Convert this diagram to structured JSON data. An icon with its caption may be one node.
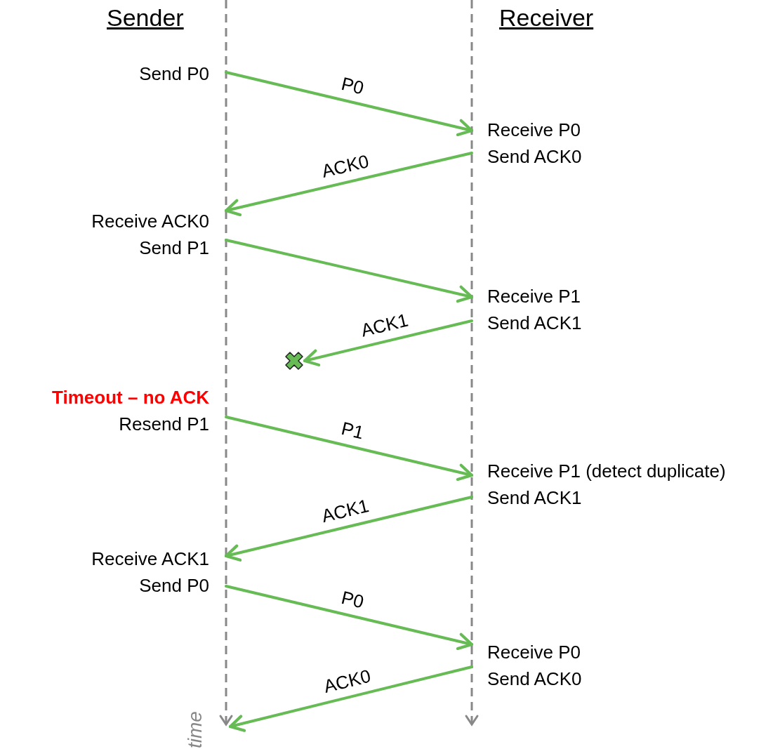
{
  "diagram": {
    "nodes": [
      {
        "text": [
          "Send P0"
        ]
      },
      {
        "text": [
          "Receive P0",
          "Send ACK0"
        ]
      },
      {
        "text": [
          "Receive ACK0",
          "Send P1"
        ]
      },
      {
        "text": [
          "Receive P1",
          "Send ACK1"
        ]
      },
      {
        "text": [],
        "shape": "cross"
      },
      {
        "text": [
          "Timeout – no ACK",
          "Resend P1"
        ]
      },
      {
        "text": [
          "Receive P1 (detect duplicate)",
          "Send ACK1"
        ]
      },
      {
        "text": [
          "Receive ACK1",
          "Send P0"
        ]
      },
      {
        "text": [
          "Receive P0",
          "Send ACK0"
        ]
      }
    ],
    "edges": [
      {
        "from": 0,
        "to": 1,
        "arrow": "to",
        "label": "P0"
      },
      {
        "from": 1,
        "to": 2,
        "arrow": "to",
        "label": "ACK0"
      },
      {
        "from": 2,
        "to": 3,
        "arrow": "to"
      },
      {
        "from": 3,
        "to": 4,
        "arrow": "to",
        "label": "ACK1"
      },
      {
        "from": 5,
        "to": 6,
        "arrow": "to",
        "label": "P1"
      },
      {
        "from": 6,
        "to": 7,
        "arrow": "to",
        "label": "ACK1"
      },
      {
        "from": 7,
        "to": 8,
        "arrow": "to",
        "label": "P0"
      },
      {
        "from": 8,
        "to": null,
        "arrow": "to",
        "label": "ACK0"
      }
    ],
    "labels": [
      "Sender",
      "Receiver",
      "time"
    ]
  }
}
